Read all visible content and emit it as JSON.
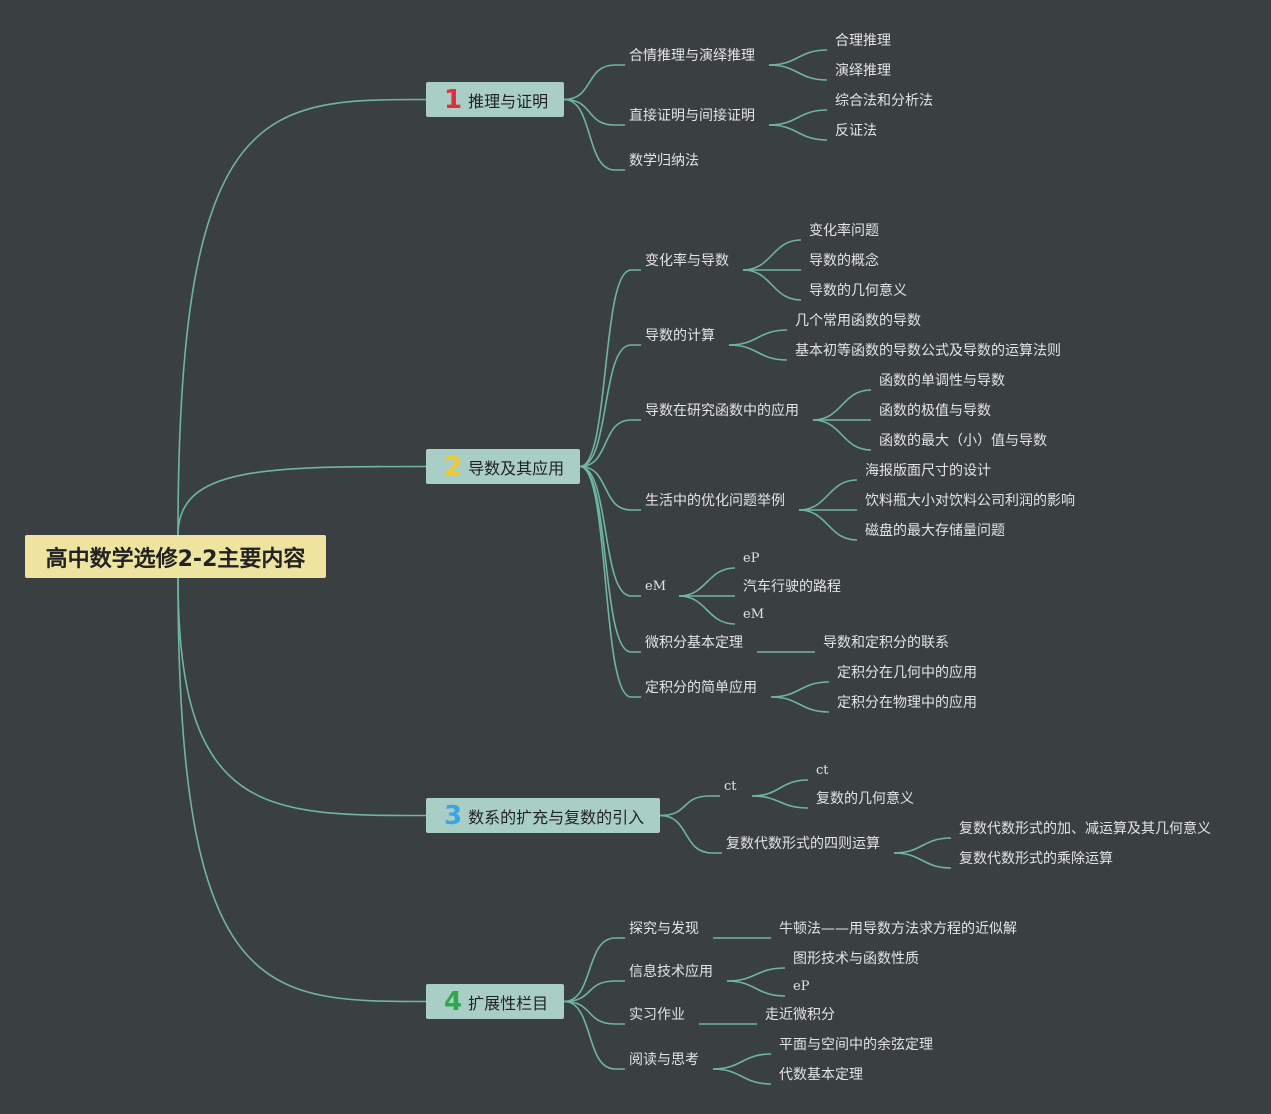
{
  "root": "高中数学选修2-2主要内容",
  "branches": [
    {
      "num": "1",
      "num_color": "#e02f3c",
      "label": "推理与证明",
      "topics": [
        {
          "label": "合情推理与演绎推理",
          "items": [
            "合理推理",
            "演绎推理"
          ]
        },
        {
          "label": "直接证明与间接证明",
          "items": [
            "综合法和分析法",
            "反证法"
          ]
        },
        {
          "label": "数学归纳法",
          "items": []
        }
      ]
    },
    {
      "num": "2",
      "num_color": "#f1c934",
      "label": "导数及其应用",
      "topics": [
        {
          "label": "变化率与导数",
          "items": [
            "变化率问题",
            "导数的概念",
            "导数的几何意义"
          ]
        },
        {
          "label": "导数的计算",
          "items": [
            "几个常用函数的导数",
            "基本初等函数的导数公式及导数的运算法则"
          ]
        },
        {
          "label": "导数在研究函数中的应用",
          "items": [
            "函数的单调性与导数",
            "函数的极值与导数",
            "函数的最大（小）值与导数"
          ]
        },
        {
          "label": "生活中的优化问题举例",
          "items": [
            "海报版面尺寸的设计",
            "饮料瓶大小对饮料公司利润的影响",
            "磁盘的最大存储量问题"
          ]
        },
        {
          "label": "eM",
          "items": [
            "eP",
            "汽车行驶的路程",
            "eM"
          ]
        },
        {
          "label": "微积分基本定理",
          "items": [
            "导数和定积分的联系"
          ]
        },
        {
          "label": "定积分的简单应用",
          "items": [
            "定积分在几何中的应用",
            "定积分在物理中的应用"
          ]
        }
      ]
    },
    {
      "num": "3",
      "num_color": "#3ba4e6",
      "label": "数系的扩充与复数的引入",
      "topics": [
        {
          "label": "ct",
          "items": [
            "ct",
            "复数的几何意义"
          ]
        },
        {
          "label": "复数代数形式的四则运算",
          "items": [
            "复数代数形式的加、减运算及其几何意义",
            "复数代数形式的乘除运算"
          ]
        }
      ]
    },
    {
      "num": "4",
      "num_color": "#2fa84b",
      "label": "扩展性栏目",
      "topics": [
        {
          "label": "探究与发现",
          "items": [
            "牛顿法——用导数方法求方程的近似解"
          ]
        },
        {
          "label": "信息技术应用",
          "items": [
            "图形技术与函数性质",
            "eP"
          ]
        },
        {
          "label": "实习作业",
          "items": [
            "走近微积分"
          ]
        },
        {
          "label": "阅读与思考",
          "items": [
            "平面与空间中的余弦定理",
            "代数基本定理"
          ]
        }
      ]
    }
  ],
  "colors": {
    "background": "#3a3f41",
    "lines": "#6fb6a0",
    "root_fill": "#eee39f",
    "branch_fill": "#a9cec6",
    "text": "#e4e4e4"
  }
}
